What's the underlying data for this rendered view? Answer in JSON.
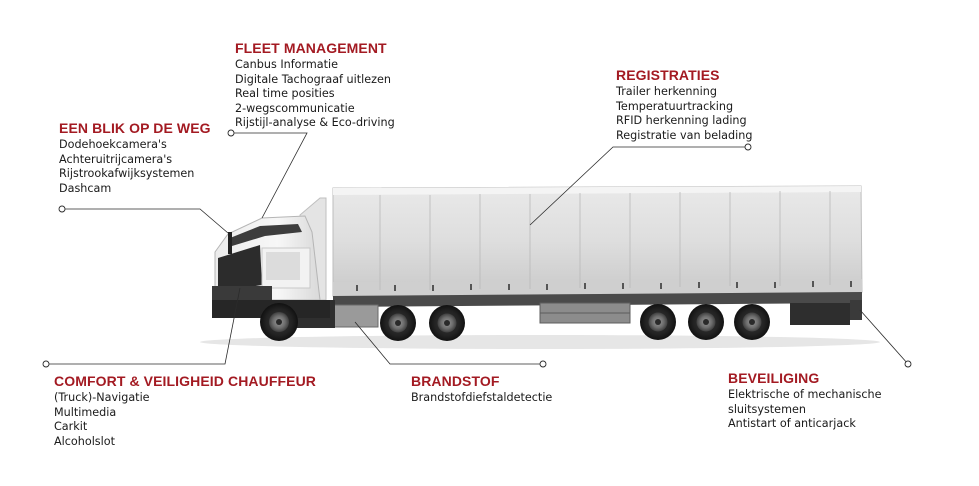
{
  "colors": {
    "accent": "#a31a22",
    "line": "#2b2b2b",
    "text": "#1a1a1a"
  },
  "callouts": [
    {
      "id": "fleet",
      "title": "FLEET MANAGEMENT",
      "items": [
        "Canbus Informatie",
        "Digitale Tachograaf uitlezen",
        "Real time posities",
        "2-wegscommunicatie",
        "Rijstijl-analyse & Eco-driving"
      ]
    },
    {
      "id": "registraties",
      "title": "REGISTRATIES",
      "items": [
        "Trailer herkenning",
        "Temperatuurtracking",
        "RFID herkenning lading",
        "Registratie van belading"
      ]
    },
    {
      "id": "weg",
      "title": "EEN BLIK OP DE WEG",
      "items": [
        "Dodehoekcamera's",
        "Achteruitrijcamera's",
        "Rijstrookafwijksystemen",
        "Dashcam"
      ]
    },
    {
      "id": "comfort",
      "title": "COMFORT & VEILIGHEID CHAUFFEUR",
      "items": [
        "(Truck)-Navigatie",
        "Multimedia",
        "Carkit",
        "Alcoholslot"
      ]
    },
    {
      "id": "brandstof",
      "title": "BRANDSTOF",
      "items": [
        "Brandstofdiefstaldetectie"
      ]
    },
    {
      "id": "beveiliging",
      "title": "BEVEILIGING",
      "items": [
        "Elektrische of mechanische",
        "sluitsystemen",
        "Antistart of anticarjack"
      ]
    }
  ]
}
